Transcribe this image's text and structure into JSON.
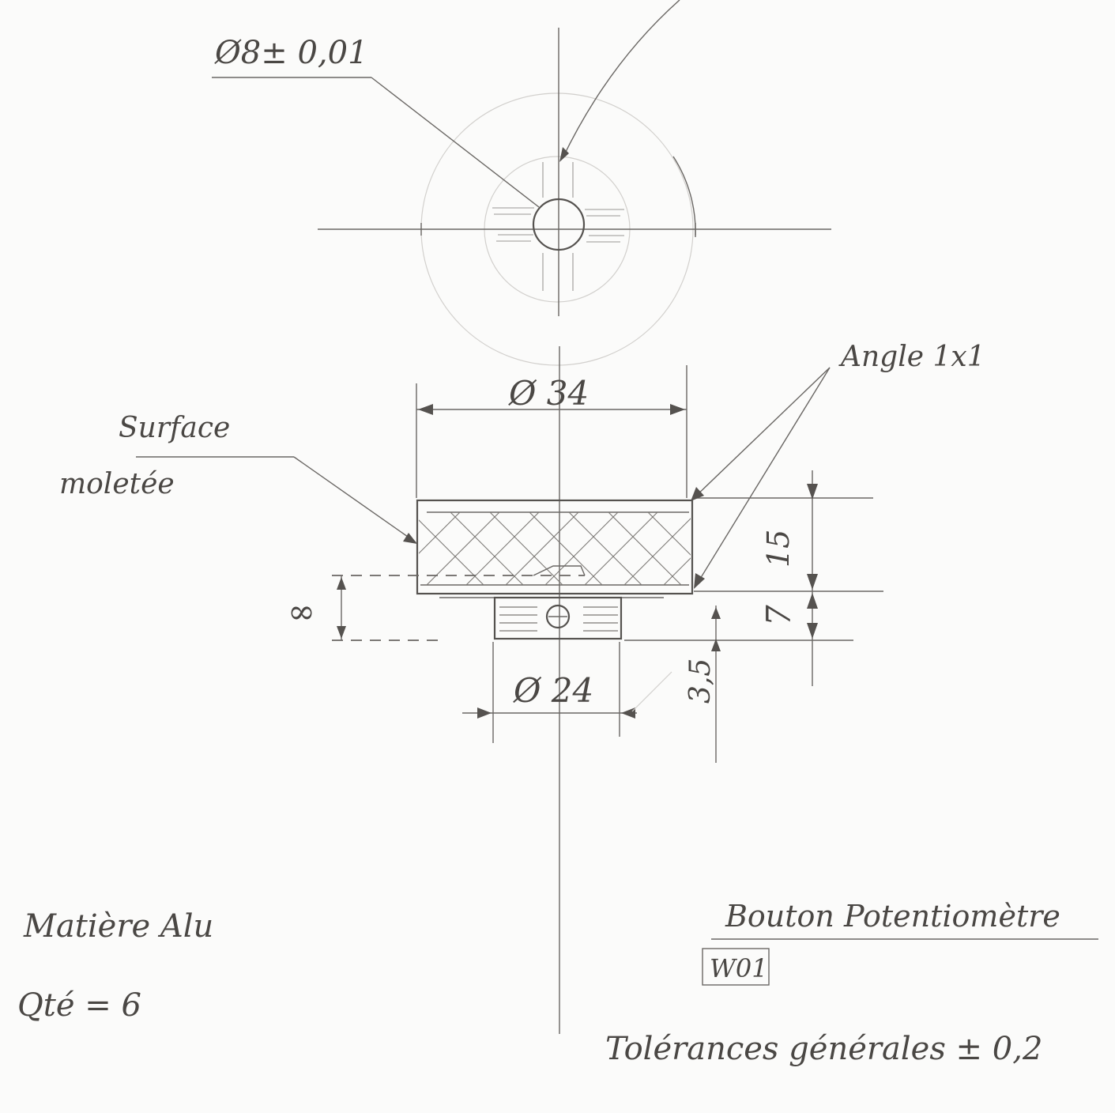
{
  "drawing": {
    "top_view": {
      "bore_callout": "Ø8± 0,01"
    },
    "front_view": {
      "diameter_outer": "Ø 34",
      "diameter_hub": "Ø 24",
      "height_knob": "15",
      "height_hub": "7",
      "dim_35": "3,5",
      "dim_infinity": "∞",
      "chamfer_note": "Angle 1x1",
      "surface_note_line1": "Surface",
      "surface_note_line2": "moletée"
    },
    "notes": {
      "material": "Matière Alu",
      "quantity": "Qté = 6",
      "part_title": "Bouton Potentiomètre",
      "part_number": "W01",
      "tolerance": "Tolérances générales ± 0,2"
    }
  },
  "colors": {
    "paper": "#fbfbfa",
    "pencil": "#55524f",
    "pencil_light": "#d2d0cd"
  }
}
